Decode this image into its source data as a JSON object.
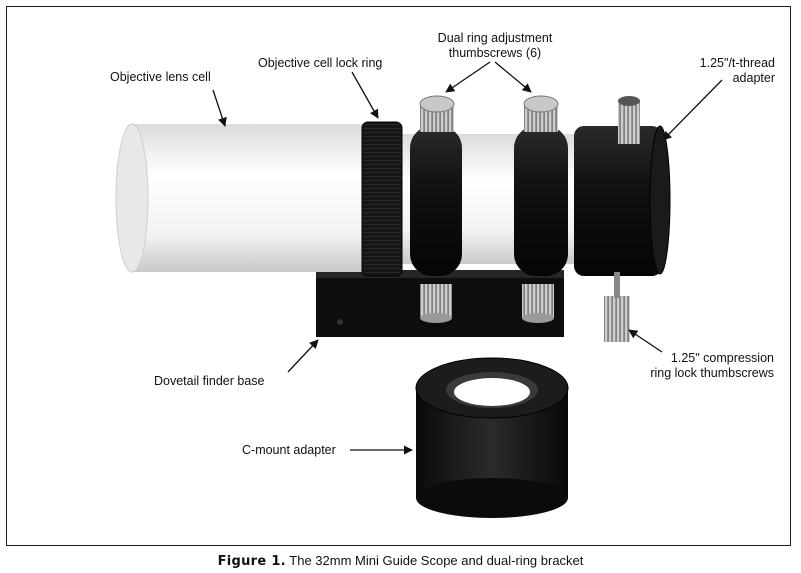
{
  "labels": {
    "objective_lens_cell": "Objective lens cell",
    "objective_cell_lock_ring": "Objective cell lock ring",
    "dual_ring_line1": "Dual ring adjustment",
    "dual_ring_line2": "thumbscrews (6)",
    "thread_adapter_line1": "1.25\"/t-thread",
    "thread_adapter_line2": "adapter",
    "compression_line1": "1.25\" compression",
    "compression_line2": "ring lock thumbscrews",
    "dovetail_base": "Dovetail finder base",
    "c_mount_adapter": "C-mount adapter"
  },
  "caption": {
    "figure_number": "Figure 1.",
    "text": " The 32mm Mini Guide Scope and dual-ring bracket"
  }
}
